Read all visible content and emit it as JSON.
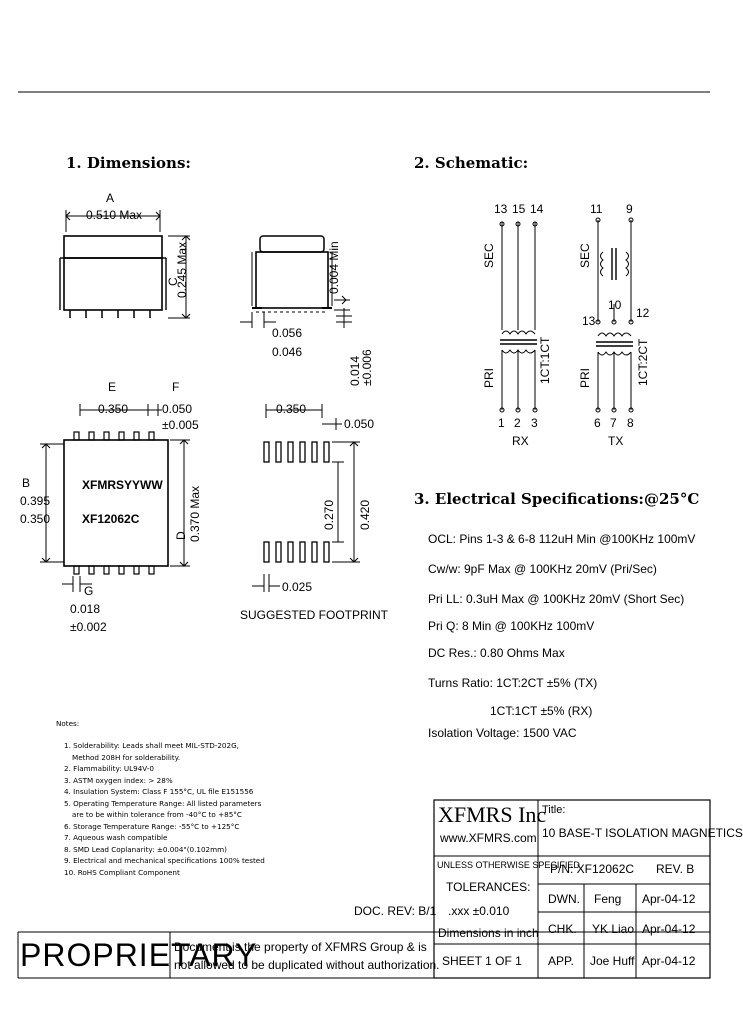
{
  "sections": {
    "dimensions_title": "1. Dimensions:",
    "schematic_title": "2. Schematic:",
    "electrical_title": "3. Electrical Specifications:@25°C"
  },
  "dims": {
    "a_label": "A",
    "a_value": "0.510 Max",
    "c_label": "C",
    "c_value": "0.245 Max",
    "d004": "0.004 Min",
    "d056": "0.056",
    "d046": "0.046",
    "d014": "0.014",
    "d006b": "±0.006",
    "e_label": "E",
    "e_value": "0.350",
    "f_label": "F",
    "f_value": "0.050",
    "f_tol": "±0.005",
    "b_label": "B",
    "b_value1": "0.395",
    "b_value2": "0.350",
    "d_label": "D",
    "d_value": "0.370 Max",
    "g_label": "G",
    "g_value": "0.018",
    "g_tol": "±0.002",
    "chip_line1": "XFMRSYYWW",
    "chip_line2": "XF12062C",
    "fp_350": "0.350",
    "fp_050": "0.050",
    "fp_270": "0.270",
    "fp_420": "0.420",
    "fp_025": "0.025",
    "footprint_label": "SUGGESTED FOOTPRINT"
  },
  "schematic": {
    "rx": {
      "top_pins": [
        "13",
        "15",
        "14"
      ],
      "bottom_pins": [
        "1",
        "2",
        "3"
      ],
      "sec": "SEC",
      "pri": "PRI",
      "ratio": "1CT:1CT",
      "name": "RX"
    },
    "tx": {
      "top_pins": [
        "11",
        "9"
      ],
      "mid_pins": [
        "10",
        "13",
        "12"
      ],
      "bottom_pins": [
        "6",
        "7",
        "8"
      ],
      "sec": "SEC",
      "pri": "PRI",
      "ratio": "1CT:2CT",
      "name": "TX"
    }
  },
  "specs": [
    "OCL: Pins 1-3 & 6-8 112uH Min @100KHz 100mV",
    "Cw/w: 9pF Max @ 100KHz 20mV (Pri/Sec)",
    "Pri LL: 0.3uH Max @ 100KHz 20mV (Short Sec)",
    "Pri Q: 8 Min @ 100KHz 100mV",
    "DC Res.: 0.80 Ohms Max",
    "Turns Ratio: 1CT:2CT ±5% (TX)",
    "1CT:1CT ±5% (RX)",
    "Isolation Voltage: 1500 VAC"
  ],
  "notes": {
    "title": "Notes:",
    "items": [
      "1. Solderability: Leads shall meet MIL-STD-202G,",
      "   Method 208H for solderability.",
      "2. Flammability: UL94V-0",
      "3. ASTM oxygen index: > 28%",
      "4. Insulation System: Class F 155°C, UL file E151556",
      "5. Operating Temperature Range: All listed parameters",
      "   are to be within tolerance from -40°C to +85°C",
      "6. Storage Temperature Range: -55°C to +125°C",
      "7. Aqueous wash compatible",
      "8. SMD Lead Coplanarity: ±0.004\"(0.102mm)",
      "9. Electrical and mechanical specifications 100% tested",
      "10. RoHS Compliant Component"
    ]
  },
  "doc_rev": "DOC. REV: B/1",
  "proprietary": {
    "word": "PROPRIETARY",
    "line1": "Document is the property of XFMRS Group & is",
    "line2": "not allowed to be duplicated without authorization."
  },
  "title_block": {
    "company": "XFMRS Inc",
    "url": "www.XFMRS.com",
    "title_label": "Title:",
    "title": "10 BASE-T ISOLATION MAGNETICS",
    "unless": "UNLESS OTHERWISE SPECIFIED",
    "tolerances": "TOLERANCES:",
    "tol_value": ".xxx ±0.010",
    "dimensions_in": "Dimensions in inch",
    "sheet": "SHEET 1 OF 1",
    "pn": "P/N: XF12062C",
    "rev": "REV. B",
    "rows": [
      {
        "role": "DWN.",
        "name": "Feng",
        "date": "Apr-04-12"
      },
      {
        "role": "CHK.",
        "name": "YK Liao",
        "date": "Apr-04-12"
      },
      {
        "role": "APP.",
        "name": "Joe Huff",
        "date": "Apr-04-12"
      }
    ]
  }
}
